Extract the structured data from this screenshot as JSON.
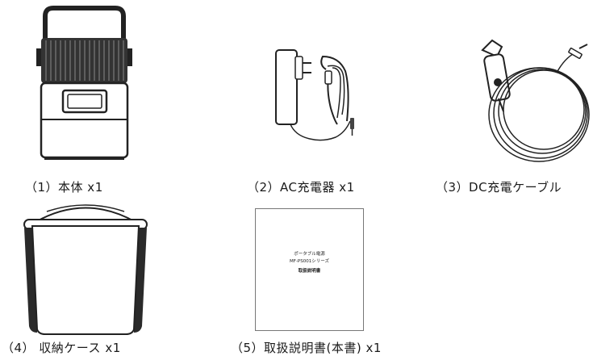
{
  "items": [
    {
      "caption": "（1）本体 x1",
      "icon": "power-station-icon"
    },
    {
      "caption": "（2）AC充電器 x1",
      "icon": "ac-adapter-icon"
    },
    {
      "caption": "（3）DC充電ケーブル",
      "icon": "car-charger-cable-icon"
    },
    {
      "caption": "（4） 収納ケース x1",
      "icon": "storage-case-icon"
    },
    {
      "caption": "（5）取扱説明書(本書) x1",
      "icon": "manual-icon"
    }
  ],
  "manual": {
    "line1": "ポータブル電源",
    "line2": "MF-PS001シリーズ",
    "line3": "取扱説明書"
  }
}
